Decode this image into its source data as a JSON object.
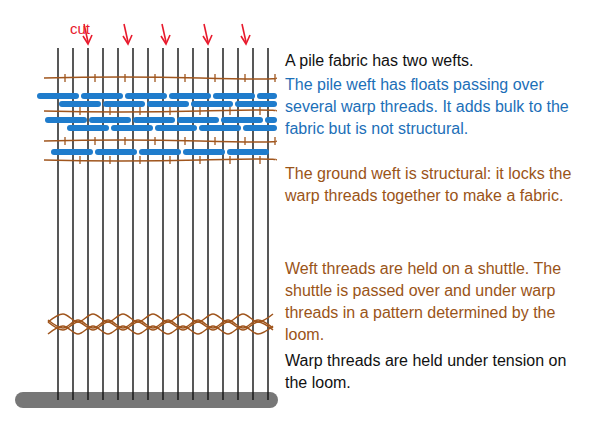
{
  "diagram": {
    "labels": [
      "cut",
      "A pile fabric has two wefts.",
      "The pile weft has floats passing over several warp threads. It adds bulk to the fabric but is not structural.",
      "The ground weft is structural: it locks the warp threads together to make a fabric.",
      "Weft threads are held on a shuttle. The shuttle is passed over and under warp threads in a pattern determined by the loom.",
      "Warp threads are held under tension on the loom."
    ]
  }
}
